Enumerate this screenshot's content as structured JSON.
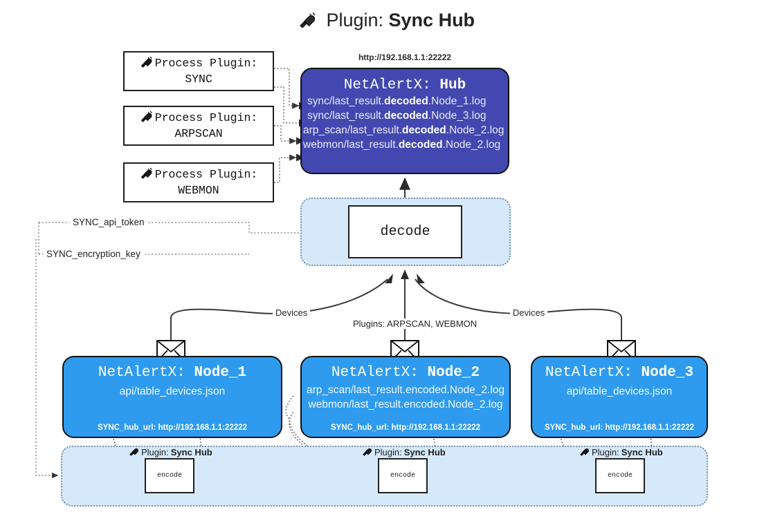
{
  "title": {
    "prefix": "Plugin:",
    "name": "Sync Hub",
    "icon": "plug-icon"
  },
  "process_plugins": [
    {
      "label": "Process Plugin:",
      "name": "SYNC",
      "icon": "plug-icon"
    },
    {
      "label": "Process Plugin:",
      "name": "ARPSCAN",
      "icon": "plug-icon"
    },
    {
      "label": "Process Plugin:",
      "name": "WEBMON",
      "icon": "plug-icon"
    }
  ],
  "hub": {
    "url": "http://192.168.1.1:22222",
    "app": "NetAlertX:",
    "name": "Hub",
    "logs": [
      {
        "pre": "sync/last_result.",
        "mid": "decoded",
        "post": ".Node_1.log"
      },
      {
        "pre": "sync/last_result.",
        "mid": "decoded",
        "post": ".Node_3.log"
      },
      {
        "pre": "arp_scan/last_result.",
        "mid": "decoded",
        "post": ".Node_2.log"
      },
      {
        "pre": "webmon/last_result.",
        "mid": "decoded",
        "post": ".Node_2.log"
      }
    ]
  },
  "decode": {
    "label": "decode"
  },
  "keys": [
    {
      "label": "SYNC_api_token"
    },
    {
      "label": "SYNC_encryption_key"
    }
  ],
  "edge_labels": {
    "left_devices": "Devices",
    "right_devices": "Devices",
    "center_plugins": "Plugins: ARPSCAN, WEBMON"
  },
  "nodes": [
    {
      "app": "NetAlertX:",
      "name": "Node_1",
      "lines": [
        "api/table_devices.json"
      ],
      "hub_url": "SYNC_hub_url: http://192.168.1.1:22222",
      "icon": "envelope-icon"
    },
    {
      "app": "NetAlertX:",
      "name": "Node_2",
      "lines": [
        "arp_scan/last_result.encoded.Node_2.log",
        "webmon/last_result.encoded.Node_2.log"
      ],
      "hub_url": "SYNC_hub_url: http://192.168.1.1:22222",
      "icon": "envelope-icon"
    },
    {
      "app": "NetAlertX:",
      "name": "Node_3",
      "lines": [
        "api/table_devices.json"
      ],
      "hub_url": "SYNC_hub_url: http://192.168.1.1:22222",
      "icon": "envelope-icon"
    }
  ],
  "encoders": [
    {
      "plugin_prefix": "Plugin:",
      "plugin_name": "Sync Hub",
      "label": "encode",
      "icon": "plug-icon"
    },
    {
      "plugin_prefix": "Plugin:",
      "plugin_name": "Sync Hub",
      "label": "encode",
      "icon": "plug-icon"
    },
    {
      "plugin_prefix": "Plugin:",
      "plugin_name": "Sync Hub",
      "label": "encode",
      "icon": "plug-icon"
    }
  ],
  "colors": {
    "hub_fill": "#4348b0",
    "node_fill": "#2e9bee",
    "band_fill": "#d6e9fa",
    "stroke": "#111111"
  }
}
